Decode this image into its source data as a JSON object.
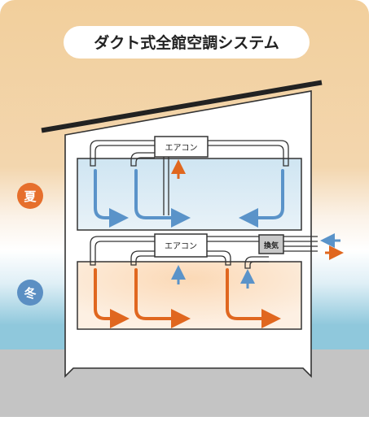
{
  "title": "ダクト式全館空調システム",
  "seasons": {
    "summer": "夏",
    "winter": "冬"
  },
  "units": {
    "upper_ac": "エアコン",
    "lower_ac": "エアコン",
    "ventilation": "換気"
  },
  "colors": {
    "sky_top": "#f2cf9c",
    "sky_band_light": "#f7ede2",
    "blue_band": "#8fc8dc",
    "ground": "#c4c4c4",
    "summer_badge": "#e66f2c",
    "winter_badge": "#5b8fc3",
    "cool_air": "#5a93c9",
    "warm_air": "#e0671f",
    "duct_outline": "#333333"
  }
}
